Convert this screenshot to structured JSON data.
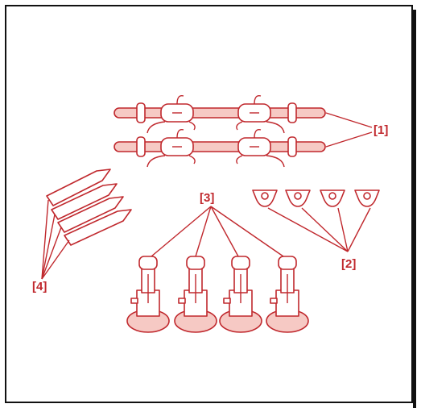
{
  "labels": {
    "label_1": "[1]",
    "label_2": "[2]",
    "label_3": "[3]",
    "label_4": "[4]"
  },
  "colors": {
    "line": "#c0282d",
    "fill": "#f6c9c4",
    "frame": "#111111"
  }
}
